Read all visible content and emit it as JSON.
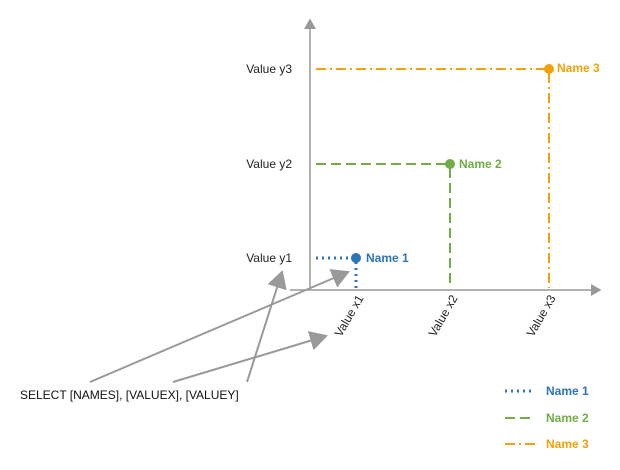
{
  "y_ticks": [
    "Value y1",
    "Value y2",
    "Value y3"
  ],
  "x_ticks": [
    "Value x1",
    "Value x2",
    "Value x3"
  ],
  "points": [
    {
      "name": "Name 1",
      "color": "#2E75B6",
      "dash": "dotted"
    },
    {
      "name": "Name 2",
      "color": "#70AD47",
      "dash": "dashed"
    },
    {
      "name": "Name 3",
      "color": "#F0A30A",
      "dash": "dash-dot"
    }
  ],
  "query": "SELECT [NAMES], [VALUEX], [VALUEY]",
  "legend": [
    {
      "name": "Name 1",
      "color": "#2E75B6",
      "dash": "dotted"
    },
    {
      "name": "Name 2",
      "color": "#70AD47",
      "dash": "dashed"
    },
    {
      "name": "Name 3",
      "color": "#F0A30A",
      "dash": "dash-dot"
    }
  ],
  "colors": {
    "axis": "#999999",
    "arrow": "#999999"
  }
}
